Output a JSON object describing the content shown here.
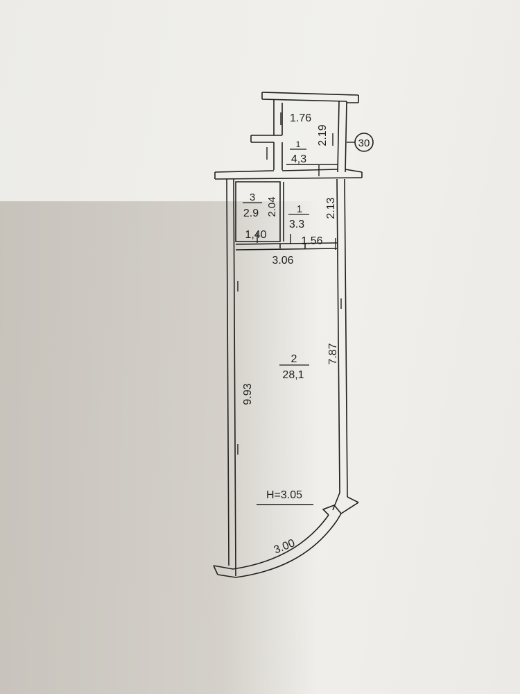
{
  "plan": {
    "apartment_number": "30",
    "room_top": {
      "number": "1",
      "area": "4,3",
      "width": "1.76",
      "length": "2.19"
    },
    "room_bath": {
      "number": "3",
      "area": "2.9",
      "length": "2.04",
      "width": "1,40"
    },
    "room_hall": {
      "number": "1",
      "area": "3.3",
      "length": "2.13",
      "width": "1.56"
    },
    "room_main": {
      "number": "2",
      "area": "28,1",
      "width": "3.06",
      "length_left": "9.93",
      "length_right": "7.87"
    },
    "ceiling_height": "H=3.05",
    "arc_length": "3.00",
    "colors": {
      "ink": "#1f1f1f",
      "wall_fill": "#f4f3ef"
    }
  }
}
